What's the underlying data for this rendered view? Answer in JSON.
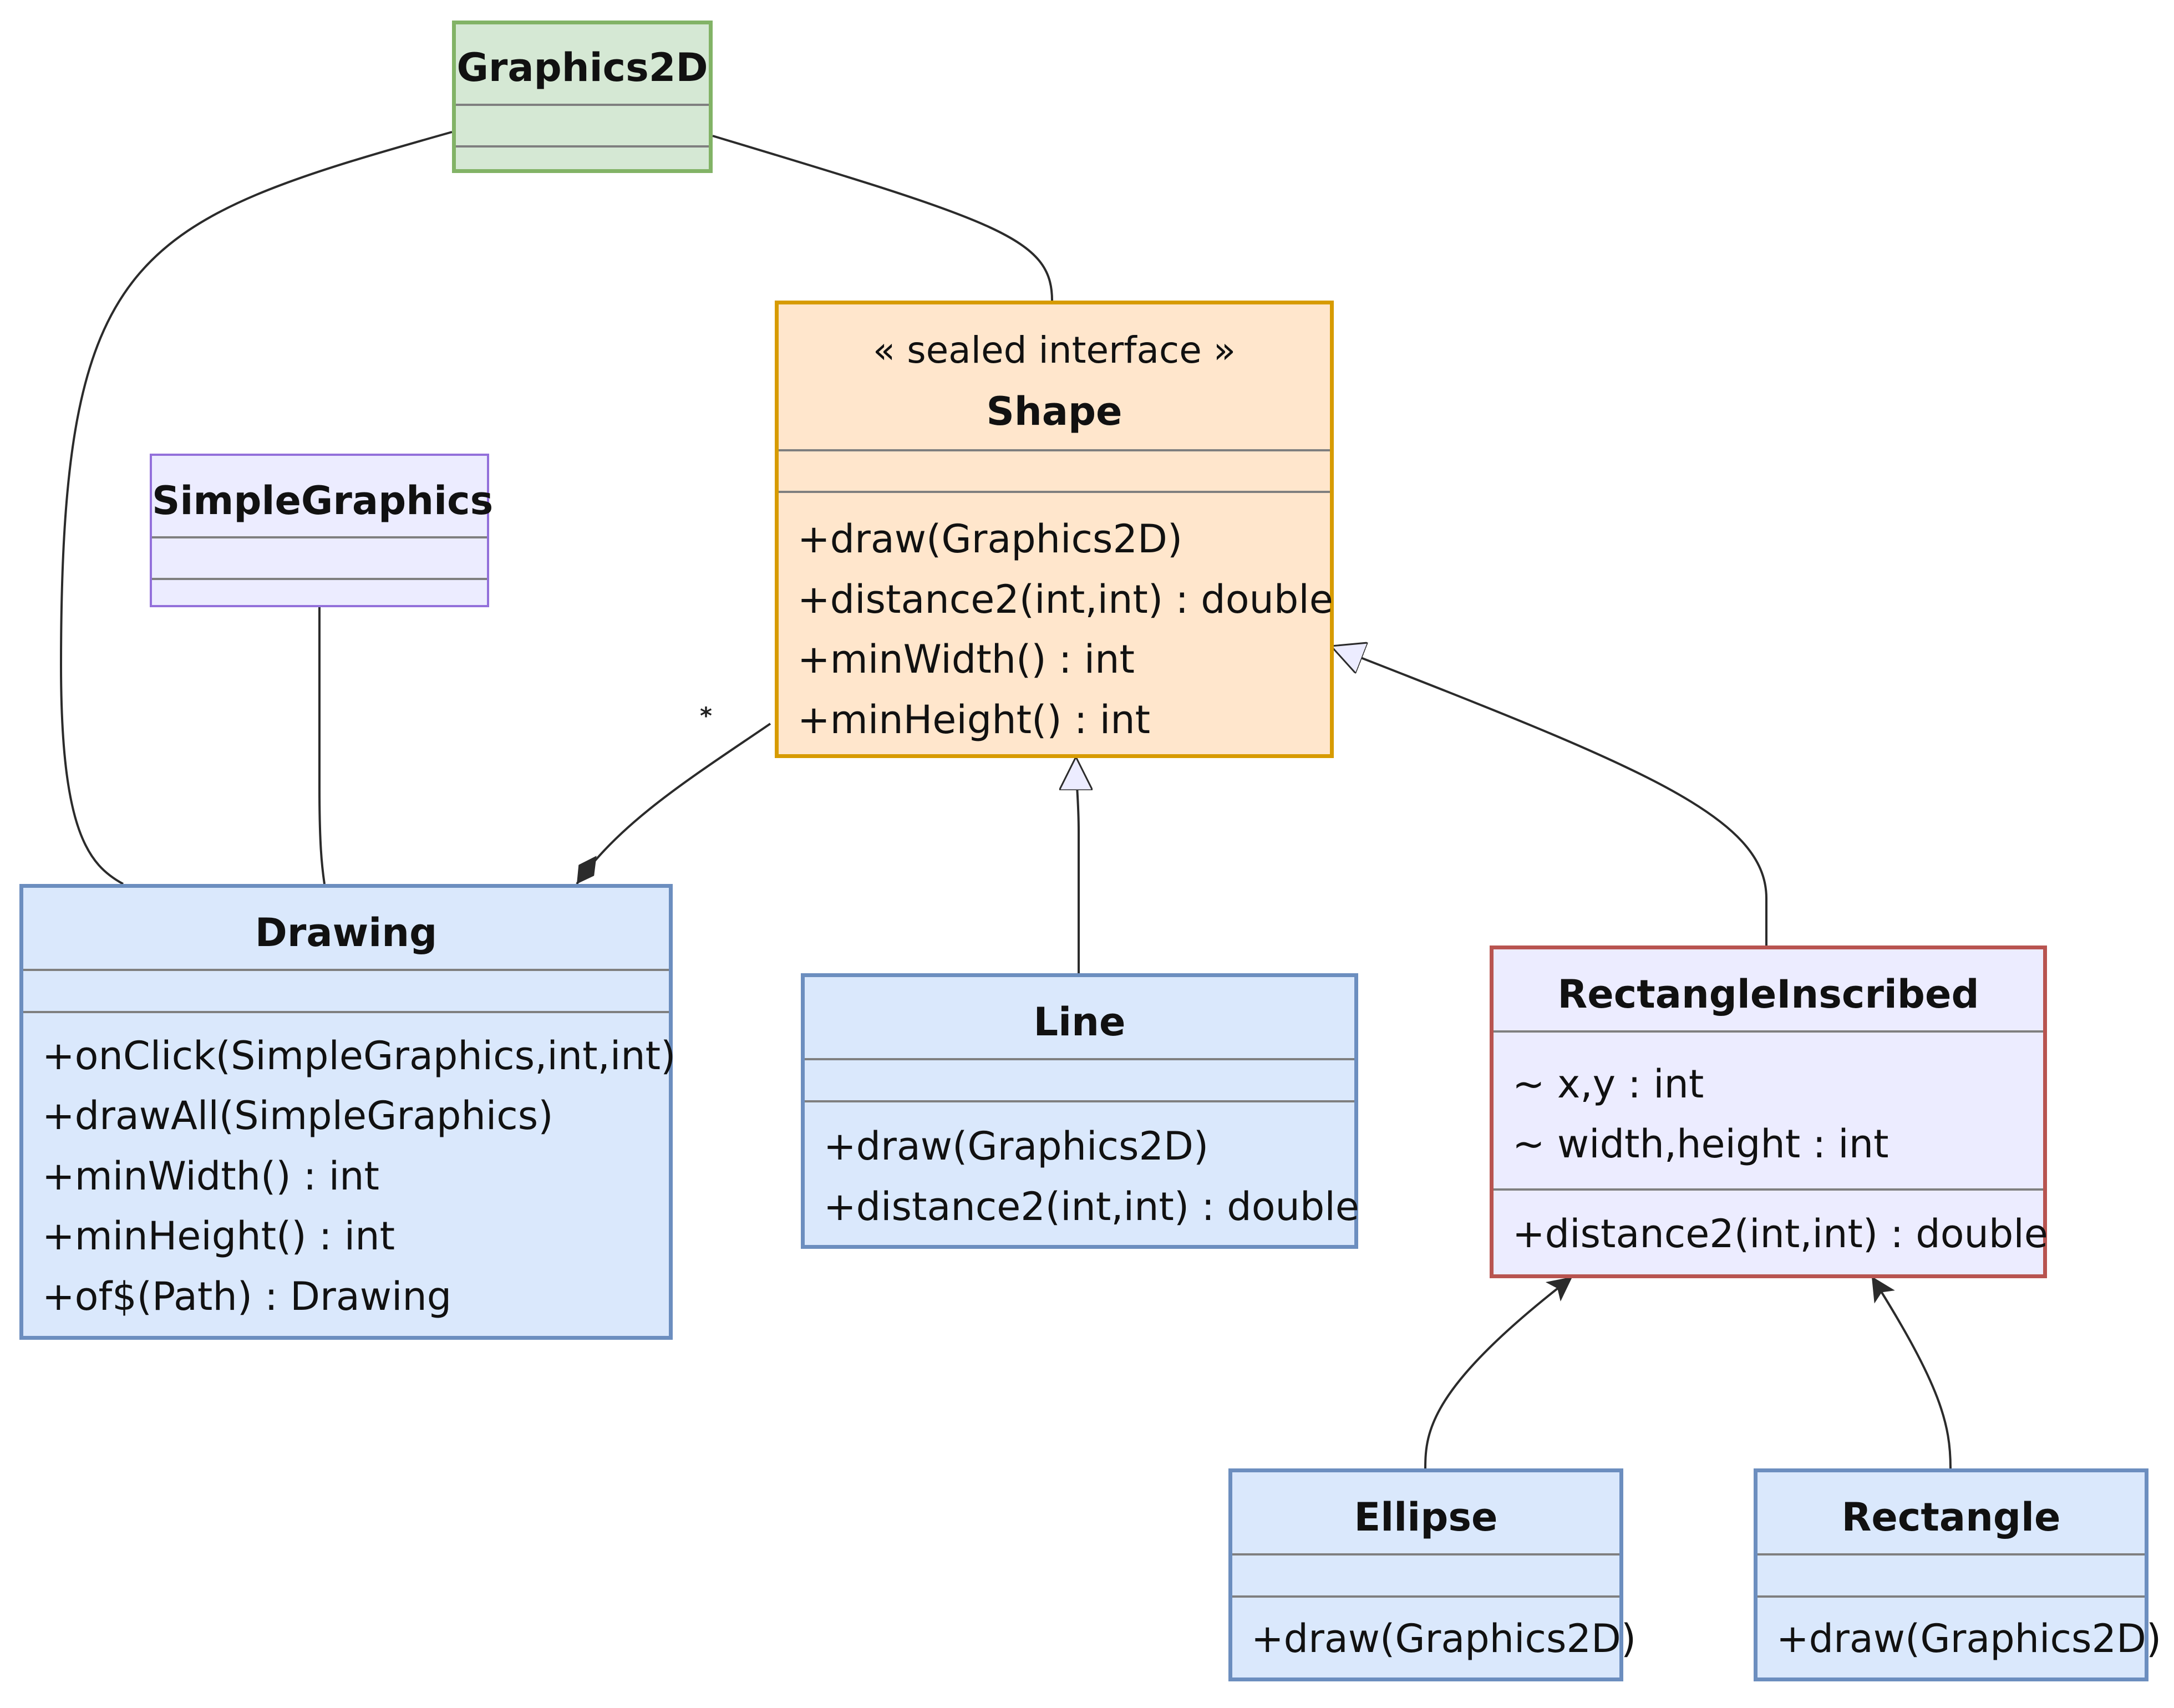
{
  "colors": {
    "edge": "#2b2b2b",
    "graphics2d": {
      "fill": "#d5e8d4",
      "stroke": "#82b366"
    },
    "shape": {
      "fill": "#ffe6cc",
      "stroke": "#d79b00"
    },
    "simplegraphics": {
      "fill": "#ececff",
      "stroke": "#9370db"
    },
    "blue": {
      "fill": "#dae8fc",
      "stroke": "#6c8ebf"
    },
    "rectangleinscribed": {
      "fill": "#ececff",
      "stroke": "#b85450"
    },
    "separator": "#7f7f7f"
  },
  "classes": {
    "graphics2d": {
      "name": "Graphics2D",
      "attributes": [],
      "methods": []
    },
    "shape": {
      "stereotype": "« sealed interface »",
      "name": "Shape",
      "attributes": [],
      "methods": [
        "+draw(Graphics2D)",
        "+distance2(int,int) : double",
        "+minWidth() : int",
        "+minHeight() : int"
      ]
    },
    "simplegraphics": {
      "name": "SimpleGraphics",
      "attributes": [],
      "methods": []
    },
    "drawing": {
      "name": "Drawing",
      "attributes": [],
      "methods": [
        "+onClick(SimpleGraphics,int,int)",
        "+drawAll(SimpleGraphics)",
        "+minWidth() : int",
        "+minHeight() : int",
        "+of$(Path) : Drawing"
      ]
    },
    "line": {
      "name": "Line",
      "attributes": [],
      "methods": [
        "+draw(Graphics2D)",
        "+distance2(int,int) : double"
      ]
    },
    "rectangleinscribed": {
      "name": "RectangleInscribed",
      "attributes": [
        "~ x,y : int",
        "~ width,height : int"
      ],
      "methods": [
        "+distance2(int,int) : double"
      ]
    },
    "ellipse": {
      "name": "Ellipse",
      "attributes": [],
      "methods": [
        "+draw(Graphics2D)"
      ]
    },
    "rectangle": {
      "name": "Rectangle",
      "attributes": [],
      "methods": [
        "+draw(Graphics2D)"
      ]
    }
  },
  "relations": [
    {
      "from": "Graphics2D",
      "to": "Drawing",
      "kind": "link"
    },
    {
      "from": "Graphics2D",
      "to": "Shape",
      "kind": "link"
    },
    {
      "from": "SimpleGraphics",
      "to": "Drawing",
      "kind": "link"
    },
    {
      "from": "Drawing",
      "to": "Shape",
      "kind": "composition",
      "multiplicity": "*"
    },
    {
      "from": "Line",
      "to": "Shape",
      "kind": "realization"
    },
    {
      "from": "RectangleInscribed",
      "to": "Shape",
      "kind": "realization"
    },
    {
      "from": "Ellipse",
      "to": "RectangleInscribed",
      "kind": "inheritance"
    },
    {
      "from": "Rectangle",
      "to": "RectangleInscribed",
      "kind": "inheritance"
    }
  ]
}
